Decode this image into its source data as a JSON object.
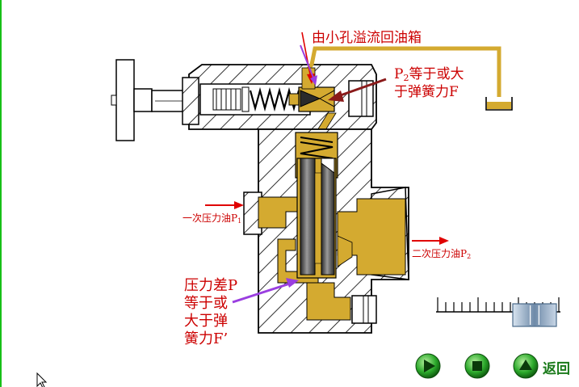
{
  "labels": {
    "overflow_return": "由小孔溢流回油箱",
    "pilot_p2": {
      "p": "P",
      "sub": "2",
      "line1_rest": "等于或大",
      "line2": "于弹簧力F"
    },
    "inlet": {
      "text": "一次压力油P",
      "sub": "1"
    },
    "outlet": {
      "text": "二次压力油P",
      "sub": "2"
    },
    "pressure_diff": {
      "line1": "压力差P",
      "line2": "等于或",
      "line3": "大于弹",
      "line4": "簧力F’"
    }
  },
  "controls": {
    "play": "play-icon",
    "stop": "stop-icon",
    "up": "up-arrow-icon",
    "back_label": "返回"
  },
  "speed_slider": {
    "level": 0.8
  },
  "colors": {
    "oil": "#d4aa30",
    "body_line": "#000000",
    "annotation_text": "#cc0000",
    "arrow_red": "#e00000",
    "arrow_purple": "#9a3ee0",
    "arrow_dark_red": "#8a1a1a",
    "button_green": "#2aa82a"
  }
}
